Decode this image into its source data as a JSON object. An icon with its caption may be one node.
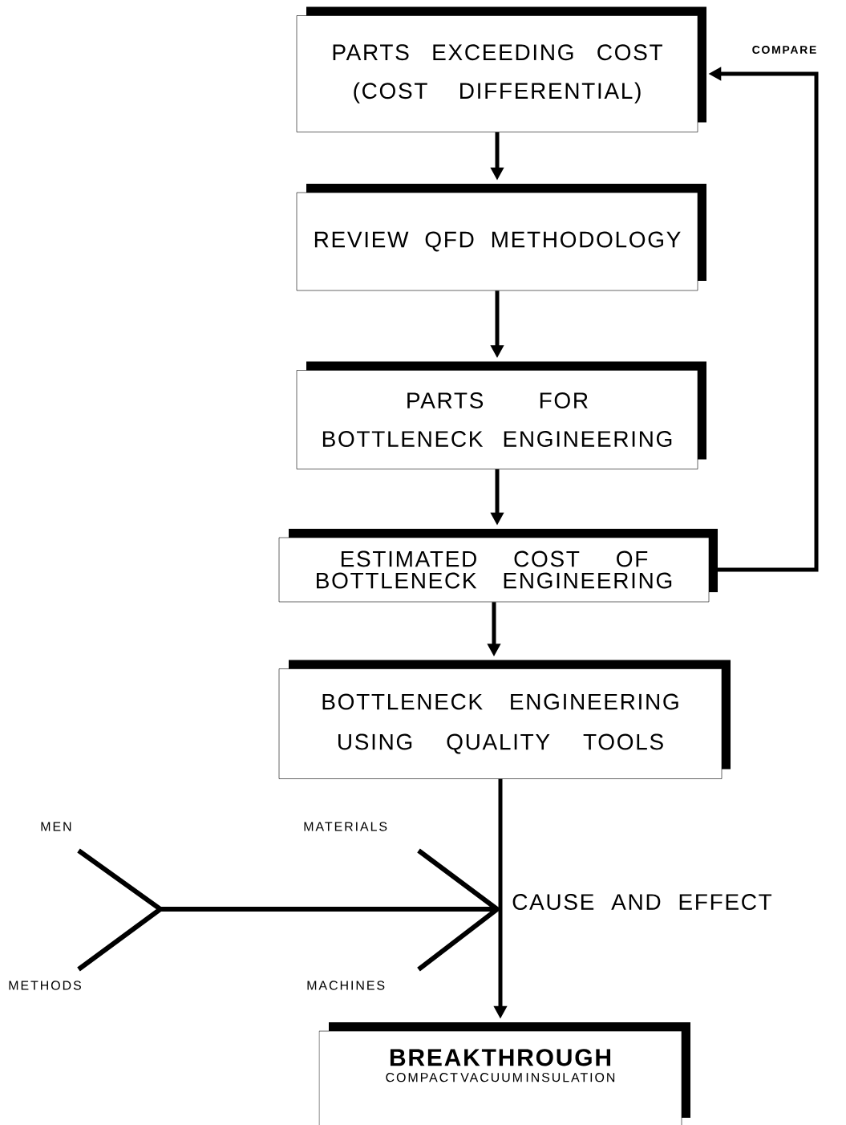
{
  "diagram": {
    "nodes": [
      {
        "text": [
          "PARTS EXCEEDING COST (COST DIFFERENTIAL)"
        ]
      },
      {
        "text": [
          "REVIEW QFD METHODOLOGY"
        ]
      },
      {
        "text": [
          "PARTS FOR BOTTLENECK ENGINEERING"
        ]
      },
      {
        "text": [
          "ESTIMATED COST OF BOTTLENECK ENGINEERING"
        ]
      },
      {
        "text": [
          "BOTTLENECK ENGINEERING USING QUALITY TOOLS"
        ]
      },
      {
        "text": [
          "BREAKTHROUGH",
          "COMPACT VACUUM INSULATION"
        ]
      }
    ],
    "edges": [
      {
        "from": 0,
        "to": 1,
        "arrow": "to"
      },
      {
        "from": 1,
        "to": 2,
        "arrow": "to"
      },
      {
        "from": 2,
        "to": 3,
        "arrow": "to"
      },
      {
        "from": 3,
        "to": 4,
        "arrow": "to"
      },
      {
        "from": 4,
        "to": 5,
        "arrow": "to"
      },
      {
        "from": 3,
        "to": 0,
        "arrow": "to",
        "label": "COMPARE"
      }
    ],
    "labels": [
      "MEN",
      "MATERIALS",
      "CAUSE AND EFFECT",
      "METHODS",
      "MACHINES"
    ]
  }
}
